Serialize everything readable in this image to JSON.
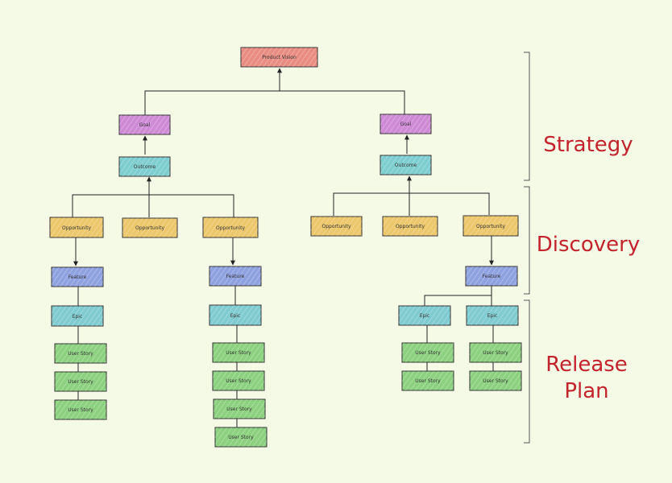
{
  "colors": {
    "vision": "#e98d83",
    "goal": "#cf8ad6",
    "outcome": "#7ecdcf",
    "opportunity": "#ecc76b",
    "feature": "#8fa2e0",
    "epic": "#7fcbd0",
    "story": "#8cd17f",
    "line": "#222222",
    "phase": "#c3232c"
  },
  "nodes": {
    "vision": "Product Vision",
    "goal_left": "Goal",
    "goal_right": "Goal",
    "outcome_left": "Outcome",
    "outcome_right": "Outcome",
    "opp_1": "Opportunity",
    "opp_2": "Opportunity",
    "opp_3": "Opportunity",
    "opp_4": "Opportunity",
    "opp_5": "Opportunity",
    "opp_6": "Opportunity",
    "feature_1": "Feature",
    "feature_2": "Feature",
    "feature_3": "Feature",
    "epic_1": "Epic",
    "epic_2": "Epic",
    "epic_3": "Epic",
    "epic_4": "Epic",
    "story_1a": "User Story",
    "story_1b": "User Story",
    "story_1c": "User Story",
    "story_2a": "User Story",
    "story_2b": "User Story",
    "story_2c": "User Story",
    "story_2d": "User Story",
    "story_3a": "User Story",
    "story_3b": "User Story",
    "story_4a": "User Story",
    "story_4b": "User Story"
  },
  "phases": {
    "strategy": "Strategy",
    "discovery": "Discovery",
    "release_line1": "Release",
    "release_line2": "Plan"
  }
}
